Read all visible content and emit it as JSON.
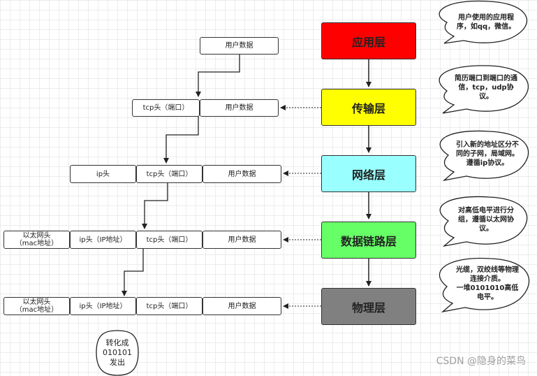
{
  "layers": [
    {
      "name": "应用层",
      "color": "#ff0000"
    },
    {
      "name": "传输层",
      "color": "#ffff00"
    },
    {
      "name": "网络层",
      "color": "#99ffff"
    },
    {
      "name": "数据链路层",
      "color": "#66ff66"
    },
    {
      "name": "物理层",
      "color": "#808080"
    }
  ],
  "notes": [
    "用户使用的应用程\n序，如qq，微信。",
    "简历端口到端口的通\n信，tcp，udp协\n议。",
    "引入新的地址区分不\n同的子网，局域网。\n遵循ip协议。",
    "对高低电平进行分\n组，遵循以太网协\n议。",
    "光缆，双绞线等物理\n连接介质。\n一堆0101010高低\n电平。"
  ],
  "packets": {
    "user_data": "用户数据",
    "tcp_header": "tcp头（端口）",
    "ip_header_simple": "ip头",
    "ip_header": "ip头（IP地址）",
    "eth_header": "以太网头\n（mac地址）"
  },
  "transmit_note": "转化成\n010101\n发出",
  "watermark": "CSDN @隐身的菜鸟"
}
